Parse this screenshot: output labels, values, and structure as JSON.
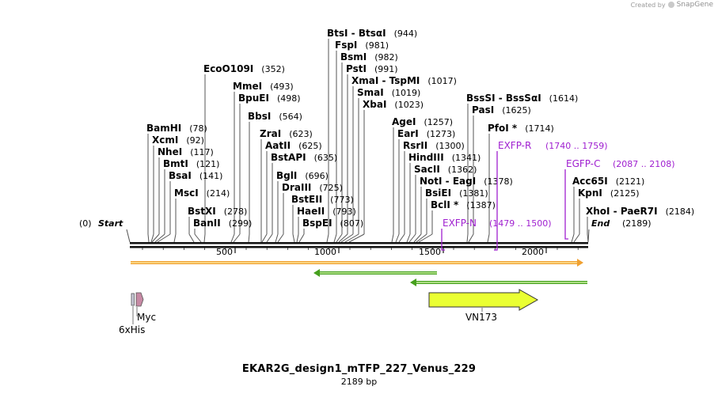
{
  "credit": {
    "prefix": "Created by",
    "brand": "SnapGene"
  },
  "title": "EKAR2G_design1_mTFP_227_Venus_229",
  "length_label": "2189 bp",
  "ends": {
    "start": {
      "label": "Start",
      "pos": "(0)"
    },
    "end": {
      "label": "End",
      "pos": "(2189)"
    }
  },
  "ruler": {
    "ticks": [
      "500",
      "1000",
      "1500",
      "2000"
    ]
  },
  "sites": [
    {
      "name": "BamHI",
      "pos": "(78)"
    },
    {
      "name": "XcmI",
      "pos": "(92)"
    },
    {
      "name": "NheI",
      "pos": "(117)"
    },
    {
      "name": "BmtI",
      "pos": "(121)"
    },
    {
      "name": "BsaI",
      "pos": "(141)"
    },
    {
      "name": "MscI",
      "pos": "(214)"
    },
    {
      "name": "BstXI",
      "pos": "(278)"
    },
    {
      "name": "BanII",
      "pos": "(299)"
    },
    {
      "name": "EcoO109I",
      "pos": "(352)"
    },
    {
      "name": "MmeI",
      "pos": "(493)"
    },
    {
      "name": "BpuEI",
      "pos": "(498)"
    },
    {
      "name": "BbsI",
      "pos": "(564)"
    },
    {
      "name": "ZraI",
      "pos": "(623)"
    },
    {
      "name": "AatII",
      "pos": "(625)"
    },
    {
      "name": "BstAPI",
      "pos": "(635)"
    },
    {
      "name": "BglI",
      "pos": "(696)"
    },
    {
      "name": "DraIII",
      "pos": "(725)"
    },
    {
      "name": "BstEII",
      "pos": "(773)"
    },
    {
      "name": "HaeII",
      "pos": "(793)"
    },
    {
      "name": "BspEI",
      "pos": "(807)"
    },
    {
      "name": "BtsI  -  BtsαI",
      "pos": "(944)"
    },
    {
      "name": "FspI",
      "pos": "(981)"
    },
    {
      "name": "BsmI",
      "pos": "(982)"
    },
    {
      "name": "PstI",
      "pos": "(991)"
    },
    {
      "name": "XmaI  -  TspMI",
      "pos": "(1017)"
    },
    {
      "name": "SmaI",
      "pos": "(1019)"
    },
    {
      "name": "XbaI",
      "pos": "(1023)"
    },
    {
      "name": "AgeI",
      "pos": "(1257)"
    },
    {
      "name": "EarI",
      "pos": "(1273)"
    },
    {
      "name": "RsrII",
      "pos": "(1300)"
    },
    {
      "name": "HindIII",
      "pos": "(1341)"
    },
    {
      "name": "SacII",
      "pos": "(1362)"
    },
    {
      "name": "NotI  -  EagI",
      "pos": "(1378)"
    },
    {
      "name": "BsiEI",
      "pos": "(1381)"
    },
    {
      "name": "BclI *",
      "pos": "(1387)"
    },
    {
      "name": "BssSI  -  BssSαI",
      "pos": "(1614)"
    },
    {
      "name": "PasI",
      "pos": "(1625)"
    },
    {
      "name": "PfoI *",
      "pos": "(1714)"
    },
    {
      "name": "Acc65I",
      "pos": "(2121)"
    },
    {
      "name": "KpnI",
      "pos": "(2125)"
    },
    {
      "name": "XhoI  -  PaeR7I",
      "pos": "(2184)"
    }
  ],
  "primers": [
    {
      "name": "EXFP-N",
      "range": "(1479 .. 1500)"
    },
    {
      "name": "EXFP-R",
      "range": "(1740 .. 1759)"
    },
    {
      "name": "EGFP-C",
      "range": "(2087 .. 2108)"
    }
  ],
  "features": [
    {
      "name": "6xHis",
      "color": "#c9c9d8"
    },
    {
      "name": "Myc",
      "color": "#c78aa5"
    },
    {
      "name": "VN173",
      "color": "#eaff33"
    }
  ],
  "colors": {
    "orf_orange": "#f0a030",
    "orf_yellow": "#fff3b0",
    "orf_green": "#46a01e",
    "orf_green_light": "#e7ffbf",
    "primer": "#a020d0"
  }
}
